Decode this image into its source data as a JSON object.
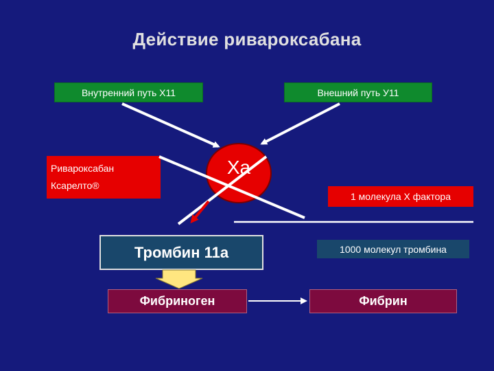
{
  "slide": {
    "title": "Действие ривароксабана",
    "intrinsic_pathway": "Внутренний путь Х11",
    "extrinsic_pathway": "Внешний путь У11",
    "rivaroxaban": {
      "line1": "Ривароксабан",
      "line2": "Ксарелто®"
    },
    "xa_label": "Ха",
    "factor_x_molecule": "1 молекула Х фактора",
    "thrombin": "Тромбин 11а",
    "thrombin_molecules": "1000 молекул тромбина",
    "fibrinogen": "Фибриноген",
    "fibrin": "Фибрин"
  },
  "colors": {
    "background": "#151a7c",
    "green_box": "#0f8a2d",
    "red": "#e60000",
    "navy_box": "#19476b",
    "maroon_box": "#7d0a3e",
    "arrow_white": "#ffffff",
    "arrow_yellow": "#ffe680"
  }
}
